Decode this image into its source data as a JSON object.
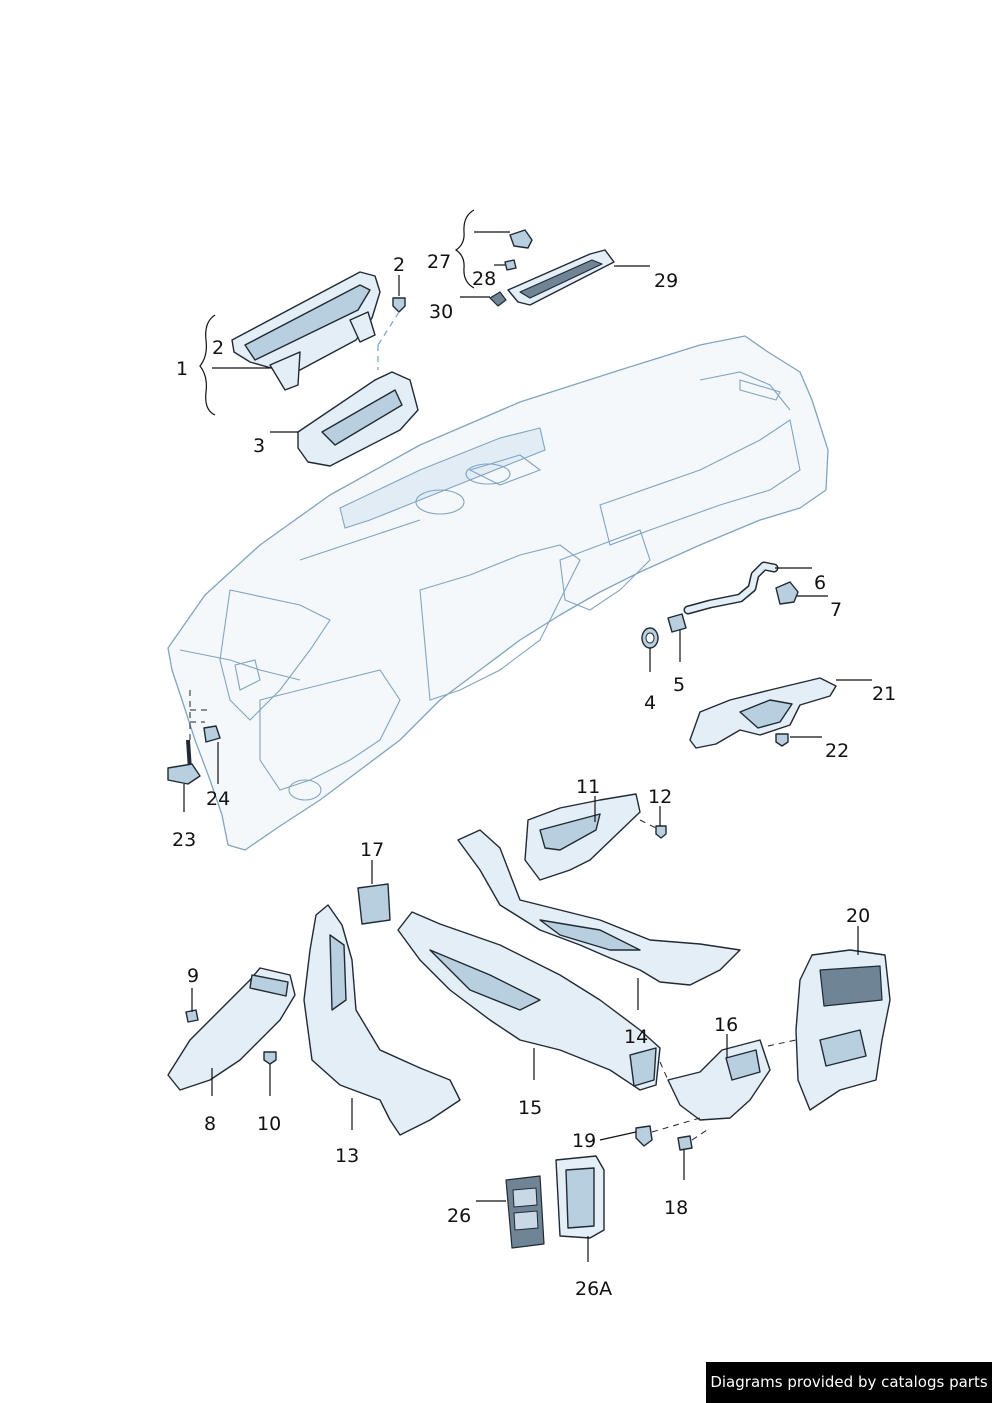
{
  "callouts": {
    "c1": "1",
    "c2a": "2",
    "c2b": "2",
    "c3": "3",
    "c4": "4",
    "c5": "5",
    "c6": "6",
    "c7": "7",
    "c8": "8",
    "c9": "9",
    "c10": "10",
    "c11": "11",
    "c12": "12",
    "c13": "13",
    "c14": "14",
    "c15": "15",
    "c16": "16",
    "c17": "17",
    "c18": "18",
    "c19": "19",
    "c20": "20",
    "c21": "21",
    "c22": "22",
    "c23": "23",
    "c24": "24",
    "c26": "26",
    "c26a": "26A",
    "c27": "27",
    "c28": "28",
    "c29": "29",
    "c30": "30"
  },
  "footer": {
    "text": "Diagrams provided by catalogs parts"
  },
  "colors": {
    "part_fill": "#e3eef6",
    "part_stroke": "#1f2a33",
    "dashboard_stroke": "#7fa5c4",
    "footer_bg": "#000000"
  }
}
